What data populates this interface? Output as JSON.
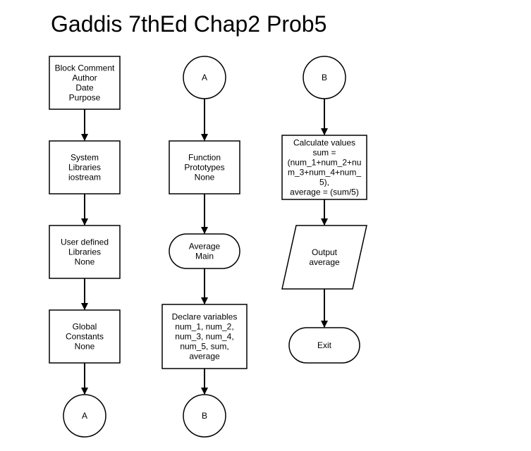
{
  "title": "Gaddis 7thEd Chap2 Prob5",
  "nodes": {
    "block_comment": [
      "Block Comment",
      "Author",
      "Date",
      "Purpose"
    ],
    "system_libraries": [
      "System",
      "Libraries",
      "iostream"
    ],
    "user_libraries": [
      "User defined",
      "Libraries",
      "None"
    ],
    "global_constants": [
      "Global",
      "Constants",
      "None"
    ],
    "connector_a_out": [
      "A"
    ],
    "connector_a_in": [
      "A"
    ],
    "function_prototypes": [
      "Function",
      "Prototypes",
      "None"
    ],
    "average_main": [
      "Average",
      "Main"
    ],
    "declare_variables": [
      "Declare variables",
      "num_1, num_2,",
      "num_3, num_4,",
      "num_5, sum,",
      "average"
    ],
    "connector_b_out": [
      "B"
    ],
    "connector_b_in": [
      "B"
    ],
    "calculate_values": [
      "Calculate values",
      "sum =",
      "(num_1+num_2+nu",
      "m_3+num_4+num_",
      "5),",
      "average = (sum/5)"
    ],
    "output_average": [
      "Output",
      "average"
    ],
    "exit": [
      "Exit"
    ]
  }
}
